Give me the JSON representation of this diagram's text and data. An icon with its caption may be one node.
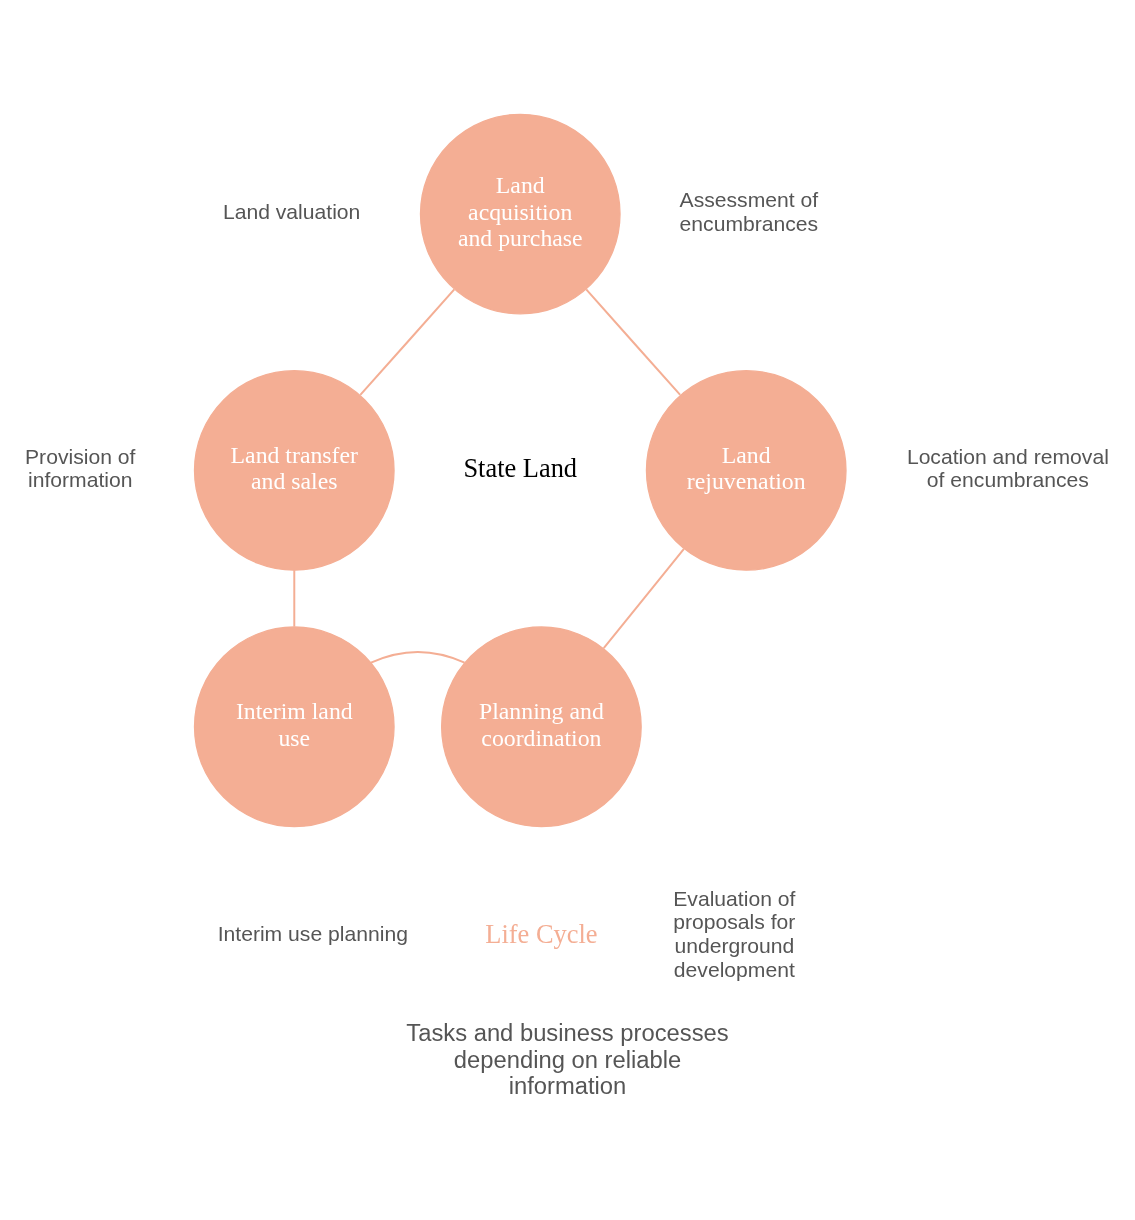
{
  "diagram": {
    "caption": "Tasks and business processes depending on reliable information",
    "nodes": [
      {
        "text": [
          "Land acquisition and purchase"
        ]
      },
      {
        "text": [
          "Land transfer and sales"
        ]
      },
      {
        "text": [
          "Land rejuvenation"
        ]
      },
      {
        "text": [
          "Interim land use"
        ]
      },
      {
        "text": [
          "Planning and coordination"
        ]
      }
    ],
    "edges": [
      {
        "from": 0,
        "to": 2,
        "arrow": "none"
      },
      {
        "from": 2,
        "to": 4,
        "arrow": "none"
      },
      {
        "from": 4,
        "to": 3,
        "arrow": "none"
      },
      {
        "from": 3,
        "to": 1,
        "arrow": "none"
      },
      {
        "from": 1,
        "to": 0,
        "arrow": "none"
      }
    ],
    "labels": [
      "Land valuation",
      "Assessment of encumbrances",
      "State Land",
      "Provision of information",
      "Location and removal of encumbrances",
      "Life Cycle",
      "Interim use planning",
      "Evaluation of proposals for underground development"
    ]
  }
}
